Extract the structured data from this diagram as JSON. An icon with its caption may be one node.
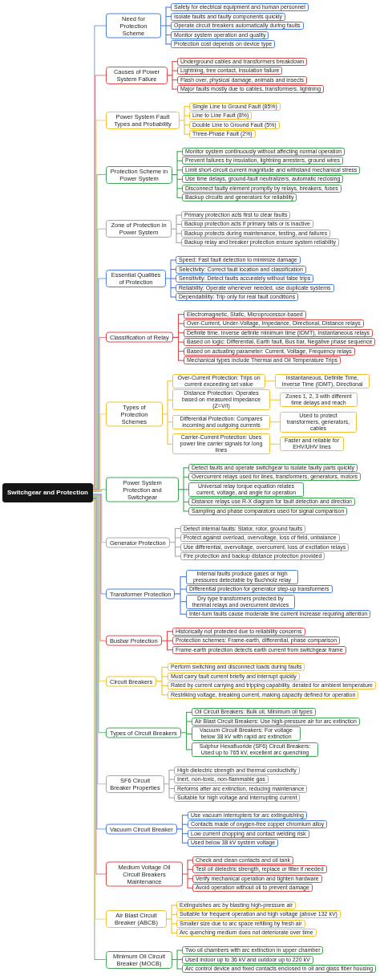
{
  "diagram": {
    "nodes": [
      {
        "text": [
          "Switchgear and Protection"
        ]
      },
      {
        "text": [
          "Need for Protection Scheme"
        ]
      },
      {
        "text": [
          "Safety for electrical equipment and human personnel"
        ]
      },
      {
        "text": [
          "Isolate faults and faulty components quickly"
        ]
      },
      {
        "text": [
          "Operate circuit breakers automatically during faults"
        ]
      },
      {
        "text": [
          "Monitor system operation and quality"
        ]
      },
      {
        "text": [
          "Protection cost depends on device type"
        ]
      },
      {
        "text": [
          "Causes of Power System Failure"
        ]
      },
      {
        "text": [
          "Underground cables and transformers breakdown"
        ]
      },
      {
        "text": [
          "Lightning, tree contact, insulation failure"
        ]
      },
      {
        "text": [
          "Flash over, physical damage, animals and insects"
        ]
      },
      {
        "text": [
          "Major faults mostly due to cables, transformers, lightning"
        ]
      },
      {
        "text": [
          "Power System Fault Types and Probability"
        ]
      },
      {
        "text": [
          "Single Line to Ground Fault (85%)"
        ]
      },
      {
        "text": [
          "Line to Line Fault (8%)"
        ]
      },
      {
        "text": [
          "Double Line to Ground Fault (5%)"
        ]
      },
      {
        "text": [
          "Three-Phase Fault (2%)"
        ]
      },
      {
        "text": [
          "Protection Scheme in Power System"
        ]
      },
      {
        "text": [
          "Monitor system continuously without affecting normal operation"
        ]
      },
      {
        "text": [
          "Prevent failures by insulation, lightning arresters, ground wires"
        ]
      },
      {
        "text": [
          "Limit short-circuit current magnitude and withstand mechanical stress"
        ]
      },
      {
        "text": [
          "Use time delays, ground-fault neutralizers, automatic reclosing"
        ]
      },
      {
        "text": [
          "Disconnect faulty element promptly by relays, breakers, fuses"
        ]
      },
      {
        "text": [
          "Backup circuits and generators for reliability"
        ]
      },
      {
        "text": [
          "Zone of Protection in Power System"
        ]
      },
      {
        "text": [
          "Primary protection acts first to clear faults"
        ]
      },
      {
        "text": [
          "Backup protection acts if primary fails or is inactive"
        ]
      },
      {
        "text": [
          "Backup protects during maintenance, testing, and failures"
        ]
      },
      {
        "text": [
          "Backup relay and breaker protection ensure system reliability"
        ]
      },
      {
        "text": [
          "Essential Qualities of Protection"
        ]
      },
      {
        "text": [
          "Speed: Fast fault detection to minimize damage"
        ]
      },
      {
        "text": [
          "Selectivity: Correct fault location and classification"
        ]
      },
      {
        "text": [
          "Sensitivity: Detect faults accurately without false trips"
        ]
      },
      {
        "text": [
          "Reliability: Operate whenever needed, use duplicate systems"
        ]
      },
      {
        "text": [
          "Dependability: Trip only for real fault conditions"
        ]
      },
      {
        "text": [
          "Classification of Relay"
        ]
      },
      {
        "text": [
          "Electromagnetic, Static, Microprocessor-based"
        ]
      },
      {
        "text": [
          "Over-Current, Under-Voltage, Impedance, Directional, Distance relays"
        ]
      },
      {
        "text": [
          "Definite time, Inverse definite minimum time (IDMT), Instantaneous relays"
        ]
      },
      {
        "text": [
          "Based on logic: Differential, Earth fault, Bus bar, Negative phase sequence"
        ]
      },
      {
        "text": [
          "Based on actuating parameter: Current, Voltage, Frequency relays"
        ]
      },
      {
        "text": [
          "Mechanical types include Thermal and Oil Temperature Trips"
        ]
      },
      {
        "text": [
          "Types of Protection Schemes"
        ]
      },
      {
        "text": [
          "Over-Current Protection: Trips on current exceeding set value"
        ]
      },
      {
        "text": [
          "Instantaneous, Definite Time, Inverse Time (IDMT), Directional"
        ]
      },
      {
        "text": [
          "Distance Protection: Operates based on measured impedance (Z=V/I)"
        ]
      },
      {
        "text": [
          "Zones 1, 2, 3 with different time delays and reach"
        ]
      },
      {
        "text": [
          "Differential Protection: Compares incoming and outgoing currents"
        ]
      },
      {
        "text": [
          "Used to protect transformers, generators, cables"
        ]
      },
      {
        "text": [
          "Carrier-Current Protection: Uses power line carrier signals for long lines"
        ]
      },
      {
        "text": [
          "Faster and reliable for EHV/UHV lines"
        ]
      },
      {
        "text": [
          "Power System Protection and Switchgear"
        ]
      },
      {
        "text": [
          "Detect faults and operate switchgear to isolate faulty parts quickly"
        ]
      },
      {
        "text": [
          "Overcurrent relays used for lines, transformers, generators, motors"
        ]
      },
      {
        "text": [
          "Universal relay torque equation relates current, voltage, and angle for operation"
        ]
      },
      {
        "text": [
          "Distance relays use R-X diagram for fault detection and direction"
        ]
      },
      {
        "text": [
          "Sampling and phase comparators used for signal comparison"
        ]
      },
      {
        "text": [
          "Generator Protection"
        ]
      },
      {
        "text": [
          "Detect internal faults: Stator, rotor, ground faults"
        ]
      },
      {
        "text": [
          "Protect against overload, overvoltage, loss of field, unbalance"
        ]
      },
      {
        "text": [
          "Use differential, overvoltage, overcurrent, loss of excitation relays"
        ]
      },
      {
        "text": [
          "Fire protection and backup distance protection provided"
        ]
      },
      {
        "text": [
          "Transformer Protection"
        ]
      },
      {
        "text": [
          "Internal faults produce gases or high pressures detectable by Buchholz relay"
        ]
      },
      {
        "text": [
          "Differential protection for generator step-up transformers"
        ]
      },
      {
        "text": [
          "Dry type transformers protected by thermal relays and overcurrent devices"
        ]
      },
      {
        "text": [
          "Inter-turn faults cause moderate line current increase requiring attention"
        ]
      },
      {
        "text": [
          "Busbar Protection"
        ]
      },
      {
        "text": [
          "Historically not protected due to reliability concerns"
        ]
      },
      {
        "text": [
          "Protection schemes: Frame-earth, differential, phase comparison"
        ]
      },
      {
        "text": [
          "Frame-earth protection detects earth current from switchgear frame"
        ]
      },
      {
        "text": [
          "Circuit Breakers"
        ]
      },
      {
        "text": [
          "Perform switching and disconnect loads during faults"
        ]
      },
      {
        "text": [
          "Must carry fault current briefly and interrupt quickly"
        ]
      },
      {
        "text": [
          "Rated by current carrying and tripping capability, derated for ambient temperature"
        ]
      },
      {
        "text": [
          "Restriking voltage, breaking current, making capacity defined for operation"
        ]
      },
      {
        "text": [
          "Types of Circuit Breakers"
        ]
      },
      {
        "text": [
          "Oil Circuit Breakers: Bulk oil, Minimum oil types"
        ]
      },
      {
        "text": [
          "Air Blast Circuit Breakers: Use high-pressure air for arc extinction"
        ]
      },
      {
        "text": [
          "Vacuum Circuit Breakers: For voltage below 38 kV with rapid arc extinction"
        ]
      },
      {
        "text": [
          "Sulphur Hexafluoride (SF6) Circuit Breakers: Used up to 765 kV, excellent arc quenching"
        ]
      },
      {
        "text": [
          "SF6 Circuit Breaker Properties"
        ]
      },
      {
        "text": [
          "High dielectric strength and thermal conductivity"
        ]
      },
      {
        "text": [
          "Inert, non-toxic, non-flammable gas"
        ]
      },
      {
        "text": [
          "Reforms after arc extinction, reducing maintenance"
        ]
      },
      {
        "text": [
          "Suitable for high voltage and interrupting current"
        ]
      },
      {
        "text": [
          "Vacuum Circuit Breaker"
        ]
      },
      {
        "text": [
          "Use vacuum interrupters for arc extinguishing"
        ]
      },
      {
        "text": [
          "Contacts made of oxygen-free copper chromium alloy"
        ]
      },
      {
        "text": [
          "Low current chopping and contact welding risk"
        ]
      },
      {
        "text": [
          "Used below 38 kV system voltage"
        ]
      },
      {
        "text": [
          "Medium Voltage Oil Circuit Breakers Maintenance"
        ]
      },
      {
        "text": [
          "Check and clean contacts and oil tank"
        ]
      },
      {
        "text": [
          "Test oil dielectric strength, replace or filter if needed"
        ]
      },
      {
        "text": [
          "Verify mechanical operation and tighten hardware"
        ]
      },
      {
        "text": [
          "Avoid operation without oil to prevent damage"
        ]
      },
      {
        "text": [
          "Air Blast Circuit Breaker (ABCB)"
        ]
      },
      {
        "text": [
          "Extinguishes arc by blasting high-pressure air"
        ]
      },
      {
        "text": [
          "Suitable for frequent operation and high voltage (above 132 kV)"
        ]
      },
      {
        "text": [
          "Smaller size due to arc space refilling by fresh air"
        ]
      },
      {
        "text": [
          "Arc quenching medium does not deteriorate over time"
        ]
      },
      {
        "text": [
          "Minimum Oil Circuit Breaker (MOCB)"
        ]
      },
      {
        "text": [
          "Two oil chambers with arc extinction in upper chamber"
        ]
      },
      {
        "text": [
          "Used indoor up to 36 kV and outdoor up to 220 kV"
        ]
      },
      {
        "text": [
          "Arc control device and fixed contacts enclosed in oil and glass fiber housing"
        ]
      }
    ],
    "edges": [
      {
        "from": 0,
        "to": 1,
        "arrow": "none",
        "color": "#4a7fdc"
      },
      {
        "from": 0,
        "to": 7,
        "arrow": "none",
        "color": "#de4a4a"
      },
      {
        "from": 0,
        "to": 12,
        "arrow": "none",
        "color": "#f1c232"
      },
      {
        "from": 0,
        "to": 17,
        "arrow": "none",
        "color": "#3ea650"
      },
      {
        "from": 0,
        "to": 24,
        "arrow": "none",
        "color": "#a6a6a6"
      },
      {
        "from": 0,
        "to": 29,
        "arrow": "none",
        "color": "#4a7fdc"
      },
      {
        "from": 0,
        "to": 35,
        "arrow": "none",
        "color": "#de4a4a"
      },
      {
        "from": 0,
        "to": 42,
        "arrow": "none",
        "color": "#f1c232"
      },
      {
        "from": 0,
        "to": 51,
        "arrow": "none",
        "color": "#3ea650"
      },
      {
        "from": 0,
        "to": 57,
        "arrow": "none",
        "color": "#a6a6a6"
      },
      {
        "from": 0,
        "to": 62,
        "arrow": "none",
        "color": "#4a7fdc"
      },
      {
        "from": 0,
        "to": 67,
        "arrow": "none",
        "color": "#de4a4a"
      },
      {
        "from": 0,
        "to": 71,
        "arrow": "none",
        "color": "#f1c232"
      },
      {
        "from": 0,
        "to": 76,
        "arrow": "none",
        "color": "#3ea650"
      },
      {
        "from": 0,
        "to": 81,
        "arrow": "none",
        "color": "#a6a6a6"
      },
      {
        "from": 0,
        "to": 86,
        "arrow": "none",
        "color": "#4a7fdc"
      },
      {
        "from": 0,
        "to": 91,
        "arrow": "none",
        "color": "#de4a4a"
      },
      {
        "from": 0,
        "to": 96,
        "arrow": "none",
        "color": "#f1c232"
      },
      {
        "from": 0,
        "to": 101,
        "arrow": "none",
        "color": "#3ea650"
      },
      {
        "from": 1,
        "to": 2,
        "arrow": "none",
        "color": "#4a7fdc"
      },
      {
        "from": 1,
        "to": 3,
        "arrow": "none",
        "color": "#4a7fdc"
      },
      {
        "from": 1,
        "to": 4,
        "arrow": "none",
        "color": "#4a7fdc"
      },
      {
        "from": 1,
        "to": 5,
        "arrow": "none",
        "color": "#4a7fdc"
      },
      {
        "from": 1,
        "to": 6,
        "arrow": "none",
        "color": "#4a7fdc"
      },
      {
        "from": 7,
        "to": 8,
        "arrow": "none",
        "color": "#de4a4a"
      },
      {
        "from": 7,
        "to": 9,
        "arrow": "none",
        "color": "#de4a4a"
      },
      {
        "from": 7,
        "to": 10,
        "arrow": "none",
        "color": "#de4a4a"
      },
      {
        "from": 7,
        "to": 11,
        "arrow": "none",
        "color": "#de4a4a"
      },
      {
        "from": 12,
        "to": 13,
        "arrow": "none",
        "color": "#f1c232"
      },
      {
        "from": 12,
        "to": 14,
        "arrow": "none",
        "color": "#f1c232"
      },
      {
        "from": 12,
        "to": 15,
        "arrow": "none",
        "color": "#f1c232"
      },
      {
        "from": 12,
        "to": 16,
        "arrow": "none",
        "color": "#f1c232"
      },
      {
        "from": 17,
        "to": 18,
        "arrow": "none",
        "color": "#3ea650"
      },
      {
        "from": 17,
        "to": 19,
        "arrow": "none",
        "color": "#3ea650"
      },
      {
        "from": 17,
        "to": 20,
        "arrow": "none",
        "color": "#3ea650"
      },
      {
        "from": 17,
        "to": 21,
        "arrow": "none",
        "color": "#3ea650"
      },
      {
        "from": 17,
        "to": 22,
        "arrow": "none",
        "color": "#3ea650"
      },
      {
        "from": 17,
        "to": 23,
        "arrow": "none",
        "color": "#3ea650"
      },
      {
        "from": 24,
        "to": 25,
        "arrow": "none",
        "color": "#a6a6a6"
      },
      {
        "from": 24,
        "to": 26,
        "arrow": "none",
        "color": "#a6a6a6"
      },
      {
        "from": 24,
        "to": 27,
        "arrow": "none",
        "color": "#a6a6a6"
      },
      {
        "from": 24,
        "to": 28,
        "arrow": "none",
        "color": "#a6a6a6"
      },
      {
        "from": 29,
        "to": 30,
        "arrow": "none",
        "color": "#4a7fdc"
      },
      {
        "from": 29,
        "to": 31,
        "arrow": "none",
        "color": "#4a7fdc"
      },
      {
        "from": 29,
        "to": 32,
        "arrow": "none",
        "color": "#4a7fdc"
      },
      {
        "from": 29,
        "to": 33,
        "arrow": "none",
        "color": "#4a7fdc"
      },
      {
        "from": 29,
        "to": 34,
        "arrow": "none",
        "color": "#4a7fdc"
      },
      {
        "from": 35,
        "to": 36,
        "arrow": "none",
        "color": "#de4a4a"
      },
      {
        "from": 35,
        "to": 37,
        "arrow": "none",
        "color": "#de4a4a"
      },
      {
        "from": 35,
        "to": 38,
        "arrow": "none",
        "color": "#de4a4a"
      },
      {
        "from": 35,
        "to": 39,
        "arrow": "none",
        "color": "#de4a4a"
      },
      {
        "from": 35,
        "to": 40,
        "arrow": "none",
        "color": "#de4a4a"
      },
      {
        "from": 35,
        "to": 41,
        "arrow": "none",
        "color": "#de4a4a"
      },
      {
        "from": 42,
        "to": 43,
        "arrow": "none",
        "color": "#f1c232"
      },
      {
        "from": 43,
        "to": 44,
        "arrow": "none",
        "color": "#f1c232"
      },
      {
        "from": 42,
        "to": 45,
        "arrow": "none",
        "color": "#f1c232"
      },
      {
        "from": 45,
        "to": 46,
        "arrow": "none",
        "color": "#f1c232"
      },
      {
        "from": 42,
        "to": 47,
        "arrow": "none",
        "color": "#f1c232"
      },
      {
        "from": 47,
        "to": 48,
        "arrow": "none",
        "color": "#f1c232"
      },
      {
        "from": 42,
        "to": 49,
        "arrow": "none",
        "color": "#f1c232"
      },
      {
        "from": 49,
        "to": 50,
        "arrow": "none",
        "color": "#f1c232"
      },
      {
        "from": 51,
        "to": 52,
        "arrow": "none",
        "color": "#3ea650"
      },
      {
        "from": 51,
        "to": 53,
        "arrow": "none",
        "color": "#3ea650"
      },
      {
        "from": 51,
        "to": 54,
        "arrow": "none",
        "color": "#3ea650"
      },
      {
        "from": 51,
        "to": 55,
        "arrow": "none",
        "color": "#3ea650"
      },
      {
        "from": 51,
        "to": 56,
        "arrow": "none",
        "color": "#3ea650"
      },
      {
        "from": 57,
        "to": 58,
        "arrow": "none",
        "color": "#a6a6a6"
      },
      {
        "from": 57,
        "to": 59,
        "arrow": "none",
        "color": "#a6a6a6"
      },
      {
        "from": 57,
        "to": 60,
        "arrow": "none",
        "color": "#a6a6a6"
      },
      {
        "from": 57,
        "to": 61,
        "arrow": "none",
        "color": "#a6a6a6"
      },
      {
        "from": 62,
        "to": 63,
        "arrow": "none",
        "color": "#4a7fdc"
      },
      {
        "from": 62,
        "to": 64,
        "arrow": "none",
        "color": "#4a7fdc"
      },
      {
        "from": 62,
        "to": 65,
        "arrow": "none",
        "color": "#4a7fdc"
      },
      {
        "from": 62,
        "to": 66,
        "arrow": "none",
        "color": "#4a7fdc"
      },
      {
        "from": 67,
        "to": 68,
        "arrow": "none",
        "color": "#de4a4a"
      },
      {
        "from": 67,
        "to": 69,
        "arrow": "none",
        "color": "#de4a4a"
      },
      {
        "from": 67,
        "to": 70,
        "arrow": "none",
        "color": "#de4a4a"
      },
      {
        "from": 71,
        "to": 72,
        "arrow": "none",
        "color": "#f1c232"
      },
      {
        "from": 71,
        "to": 73,
        "arrow": "none",
        "color": "#f1c232"
      },
      {
        "from": 71,
        "to": 74,
        "arrow": "none",
        "color": "#f1c232"
      },
      {
        "from": 71,
        "to": 75,
        "arrow": "none",
        "color": "#f1c232"
      },
      {
        "from": 76,
        "to": 77,
        "arrow": "none",
        "color": "#3ea650"
      },
      {
        "from": 76,
        "to": 78,
        "arrow": "none",
        "color": "#3ea650"
      },
      {
        "from": 76,
        "to": 79,
        "arrow": "none",
        "color": "#3ea650"
      },
      {
        "from": 76,
        "to": 80,
        "arrow": "none",
        "color": "#3ea650"
      },
      {
        "from": 81,
        "to": 82,
        "arrow": "none",
        "color": "#a6a6a6"
      },
      {
        "from": 81,
        "to": 83,
        "arrow": "none",
        "color": "#a6a6a6"
      },
      {
        "from": 81,
        "to": 84,
        "arrow": "none",
        "color": "#a6a6a6"
      },
      {
        "from": 81,
        "to": 85,
        "arrow": "none",
        "color": "#a6a6a6"
      },
      {
        "from": 86,
        "to": 87,
        "arrow": "none",
        "color": "#4a7fdc"
      },
      {
        "from": 86,
        "to": 88,
        "arrow": "none",
        "color": "#4a7fdc"
      },
      {
        "from": 86,
        "to": 89,
        "arrow": "none",
        "color": "#4a7fdc"
      },
      {
        "from": 86,
        "to": 90,
        "arrow": "none",
        "color": "#4a7fdc"
      },
      {
        "from": 91,
        "to": 92,
        "arrow": "none",
        "color": "#de4a4a"
      },
      {
        "from": 91,
        "to": 93,
        "arrow": "none",
        "color": "#de4a4a"
      },
      {
        "from": 91,
        "to": 94,
        "arrow": "none",
        "color": "#de4a4a"
      },
      {
        "from": 91,
        "to": 95,
        "arrow": "none",
        "color": "#de4a4a"
      },
      {
        "from": 96,
        "to": 97,
        "arrow": "none",
        "color": "#f1c232"
      },
      {
        "from": 96,
        "to": 98,
        "arrow": "none",
        "color": "#f1c232"
      },
      {
        "from": 96,
        "to": 99,
        "arrow": "none",
        "color": "#f1c232"
      },
      {
        "from": 96,
        "to": 100,
        "arrow": "none",
        "color": "#f1c232"
      },
      {
        "from": 101,
        "to": 102,
        "arrow": "none",
        "color": "#3ea650"
      },
      {
        "from": 101,
        "to": 103,
        "arrow": "none",
        "color": "#3ea650"
      },
      {
        "from": 101,
        "to": 104,
        "arrow": "none",
        "color": "#3ea650"
      }
    ]
  }
}
